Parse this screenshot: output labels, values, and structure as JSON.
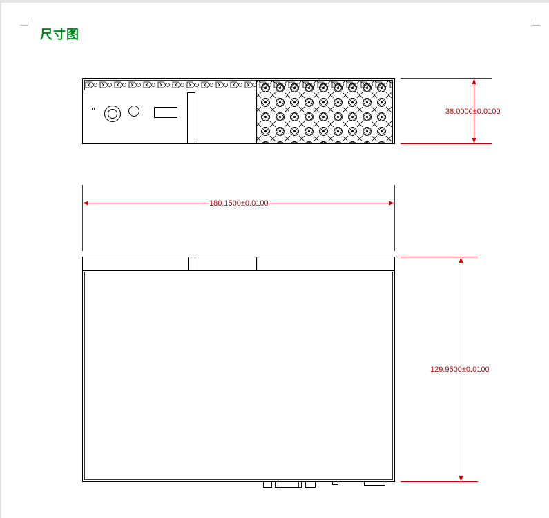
{
  "document": {
    "heading": "尺寸图"
  },
  "dimensions": {
    "height": "38.0000±0.0100",
    "width": "180.1500±0.0100",
    "depth": "129.9500±0.0100"
  },
  "colors": {
    "heading": "#008a1e",
    "dimension": "#cc0000",
    "outline": "#000000"
  }
}
